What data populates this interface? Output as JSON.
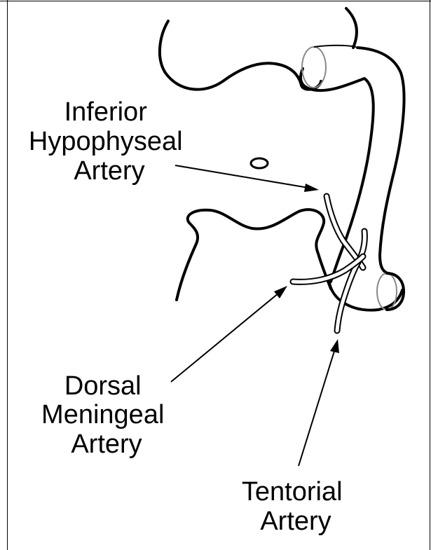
{
  "labels": {
    "inferior_hypophyseal": [
      "Inferior",
      "Hypophyseal",
      "Artery"
    ],
    "dorsal_meningeal": [
      "Dorsal",
      "Meningeal",
      "Artery"
    ],
    "tentorial": [
      "Tentorial",
      "Artery"
    ]
  },
  "colors": {
    "ink": "#000000",
    "lumen_gray": "#888888",
    "background": "#ffffff"
  }
}
